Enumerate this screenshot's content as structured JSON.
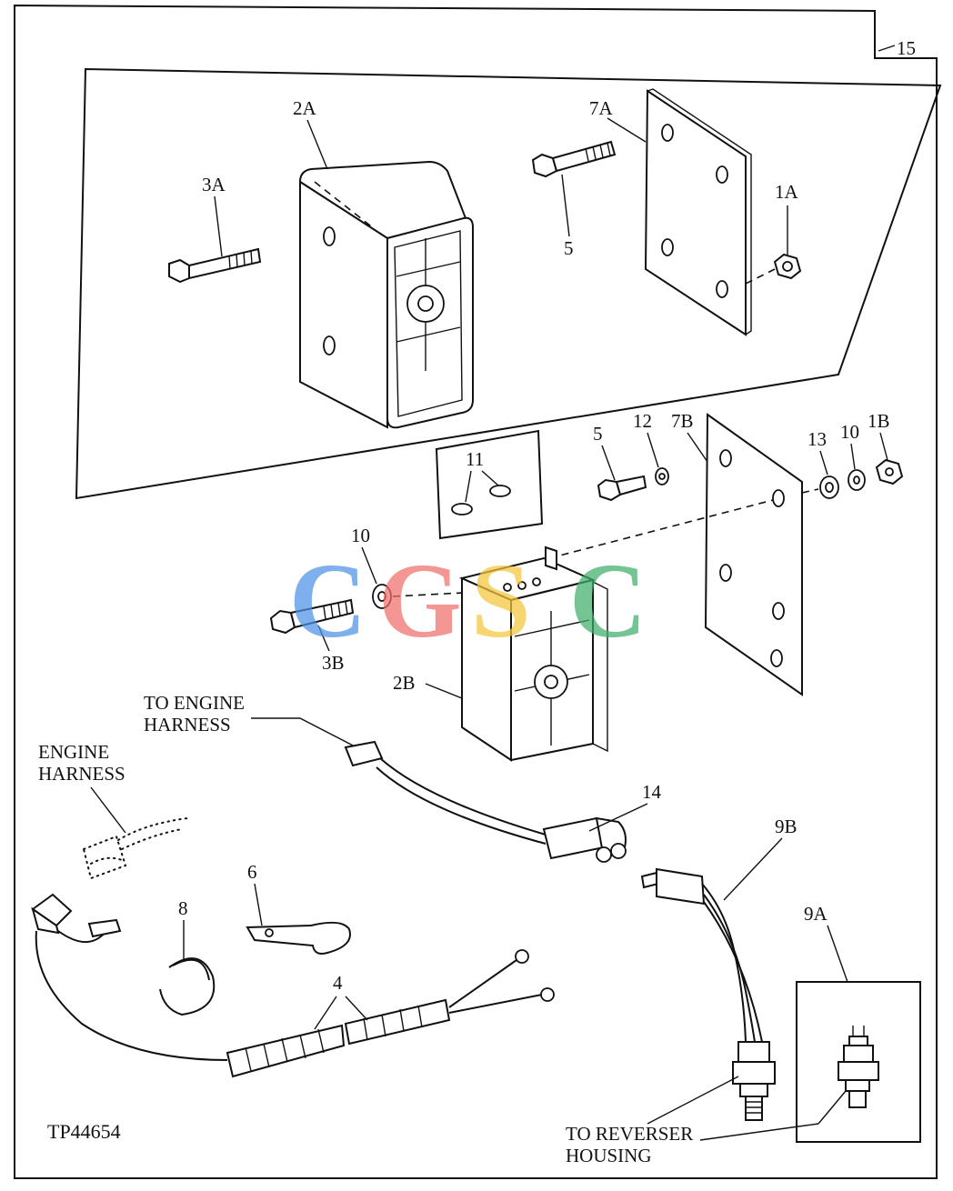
{
  "figure_id": "TP44654",
  "callouts": {
    "c15": "15",
    "c2A": "2A",
    "c3A": "3A",
    "c7A": "7A",
    "c5a": "5",
    "c1A": "1A",
    "c11": "11",
    "c5b": "5",
    "c12": "12",
    "c7B": "7B",
    "c13": "13",
    "c10a": "10",
    "c1B": "1B",
    "c10b": "10",
    "c3B": "3B",
    "c2B": "2B",
    "c14": "14",
    "c9B": "9B",
    "c9A": "9A",
    "c6": "6",
    "c8": "8",
    "c4": "4"
  },
  "notes": {
    "to_engine_harness_1": "TO ENGINE",
    "to_engine_harness_2": "HARNESS",
    "engine_harness_1": "ENGINE",
    "engine_harness_2": "HARNESS",
    "to_reverser_1": "TO REVERSER",
    "to_reverser_2": "HOUSING"
  },
  "watermark": {
    "letters": [
      "C",
      "G",
      "S",
      "C"
    ],
    "colors": [
      "#4f93e8",
      "#ef6f6c",
      "#f5c53a",
      "#3fae6c"
    ]
  }
}
